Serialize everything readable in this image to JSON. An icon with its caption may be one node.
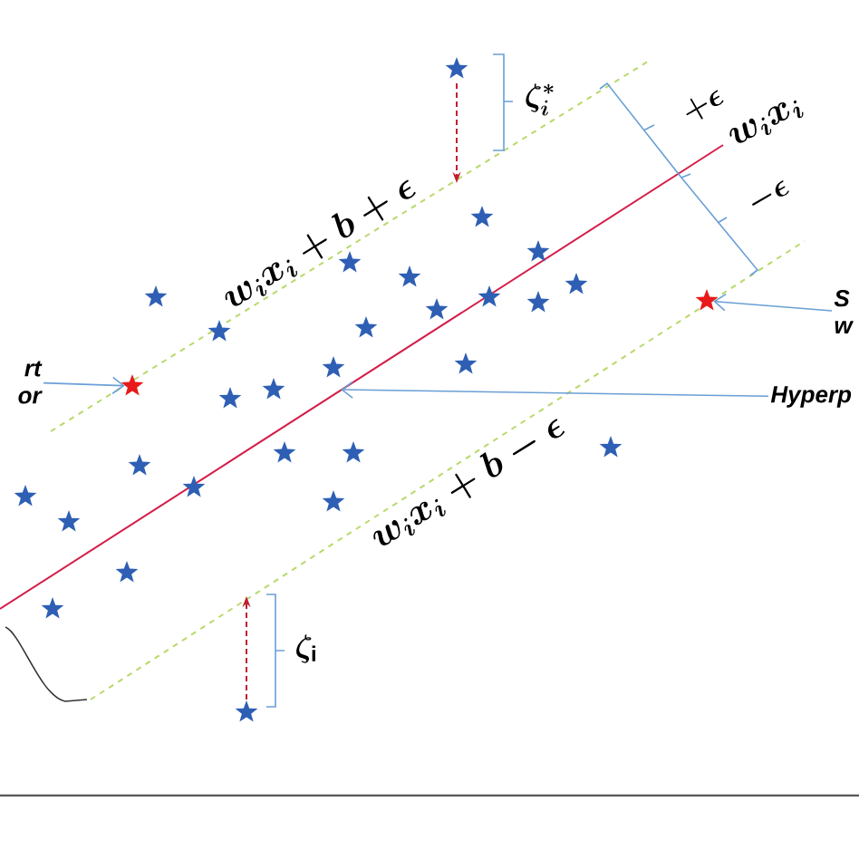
{
  "diagram": {
    "nodes": [
      {
        "text": [
          "rt or"
        ]
      },
      {
        "text": [],
        "shape": "star"
      },
      {
        "text": [
          "S w"
        ]
      },
      {
        "text": [],
        "shape": "star"
      },
      {
        "text": [
          "Hyperp"
        ]
      }
    ],
    "edges": [
      {
        "from": 0,
        "to": 1,
        "arrow": "to"
      },
      {
        "from": 2,
        "to": 3,
        "arrow": "to"
      },
      {
        "from": 4,
        "to": null,
        "arrow": "to"
      }
    ],
    "labels": [
      "\\zeta_i^*",
      "+\\epsilon",
      "w_i x_i",
      "w_i x_i + b + \\epsilon",
      "-\\epsilon",
      "w_i x_i + b - \\epsilon",
      "\\zeta_{\\mathrm{i}}"
    ]
  }
}
